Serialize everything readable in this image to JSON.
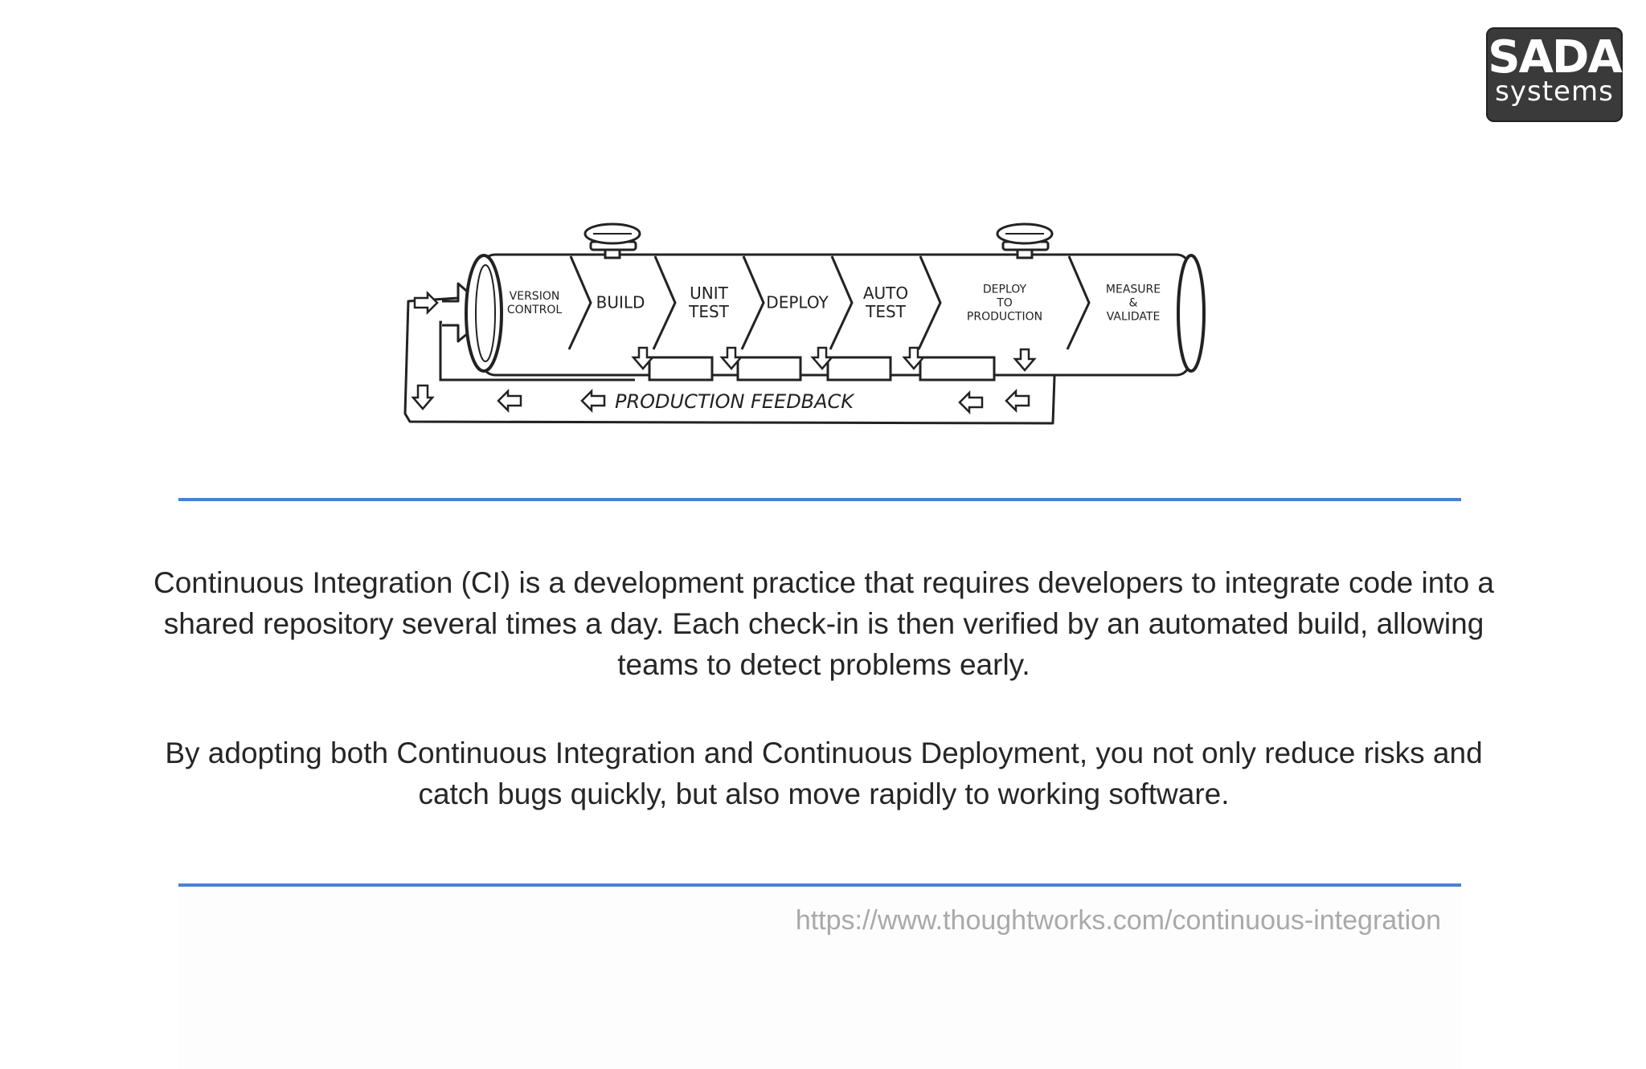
{
  "logo": {
    "line1": "SADA",
    "line2": "systems"
  },
  "diagram": {
    "stages": [
      {
        "line1": "VERSION",
        "line2": "CONTROL",
        "line3": ""
      },
      {
        "line1": "BUILD",
        "line2": "",
        "line3": ""
      },
      {
        "line1": "UNIT",
        "line2": "TEST",
        "line3": ""
      },
      {
        "line1": "DEPLOY",
        "line2": "",
        "line3": ""
      },
      {
        "line1": "AUTO",
        "line2": "TEST",
        "line3": ""
      },
      {
        "line1": "DEPLOY",
        "line2": "TO",
        "line3": "PRODUCTION"
      },
      {
        "line1": "MEASURE",
        "line2": "&",
        "line3": "VALIDATE"
      }
    ],
    "feedback_label": "PRODUCTION FEEDBACK"
  },
  "paragraph1": "Continuous Integration (CI) is a development practice that requires developers to integrate code into a shared repository several times a day. Each check-in is then verified by an automated build, allowing teams to detect problems early.",
  "paragraph2": "By adopting both Continuous Integration and Continuous Deployment, you not only reduce risks and catch bugs quickly, but also move rapidly to working software.",
  "source_url": "https://www.thoughtworks.com/continuous-integration"
}
